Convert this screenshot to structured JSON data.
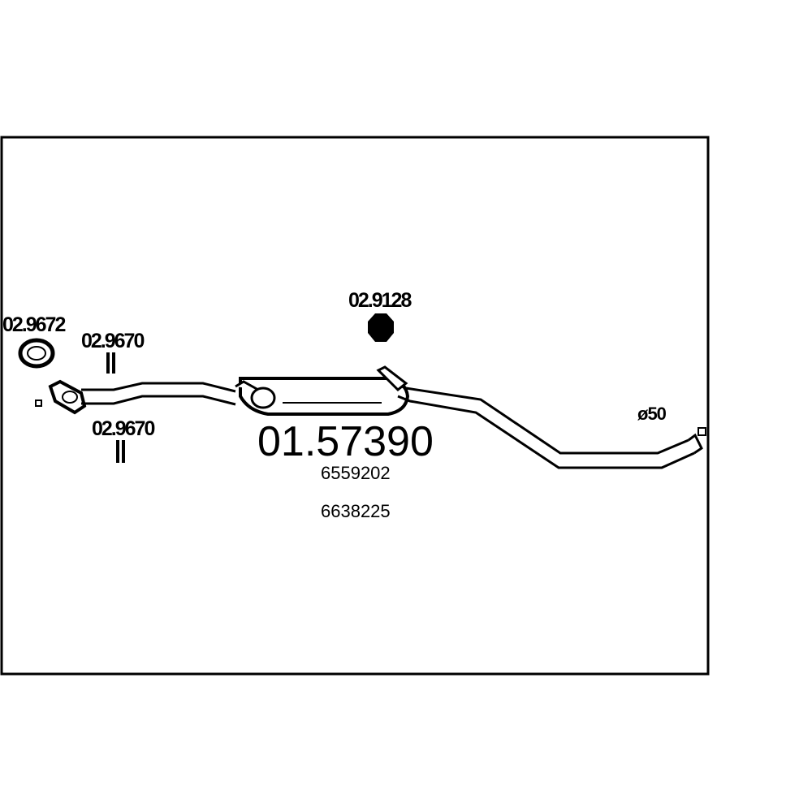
{
  "diagram": {
    "main_part_number": "01.57390",
    "oe_numbers": [
      "6559202",
      "6638225"
    ],
    "diameter_label": "ø50",
    "accessories": {
      "gasket_ring": "02.9672",
      "hanger_upper": "02.9670",
      "hanger_lower": "02.9670",
      "rubber_mount": "02.9128"
    },
    "colors": {
      "line": "#000000",
      "background": "#ffffff"
    }
  }
}
